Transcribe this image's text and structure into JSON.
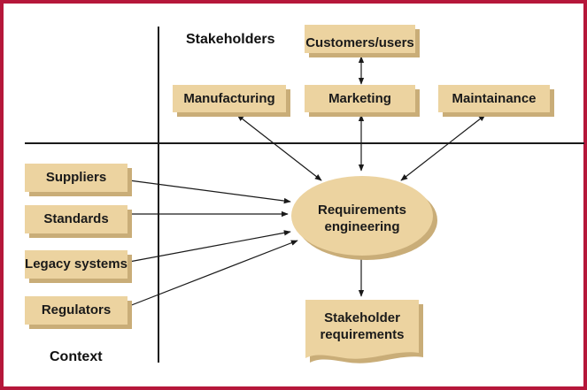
{
  "colors": {
    "frame": "#b5173a",
    "box_fill": "#ecd3a0",
    "box_shadow": "#c9ad78",
    "line": "#1a1a1a",
    "text": "#1a1a1a"
  },
  "headings": {
    "stakeholders": "Stakeholders",
    "context": "Context"
  },
  "nodes": {
    "customers": "Customers/users",
    "manufacturing": "Manufacturing",
    "marketing": "Marketing",
    "maintenance": "Maintainance",
    "suppliers": "Suppliers",
    "standards": "Standards",
    "legacy": "Legacy systems",
    "regulators": "Regulators",
    "re_line1": "Requirements",
    "re_line2": "engineering",
    "sr_line1": "Stakeholder",
    "sr_line2": "requirements"
  }
}
